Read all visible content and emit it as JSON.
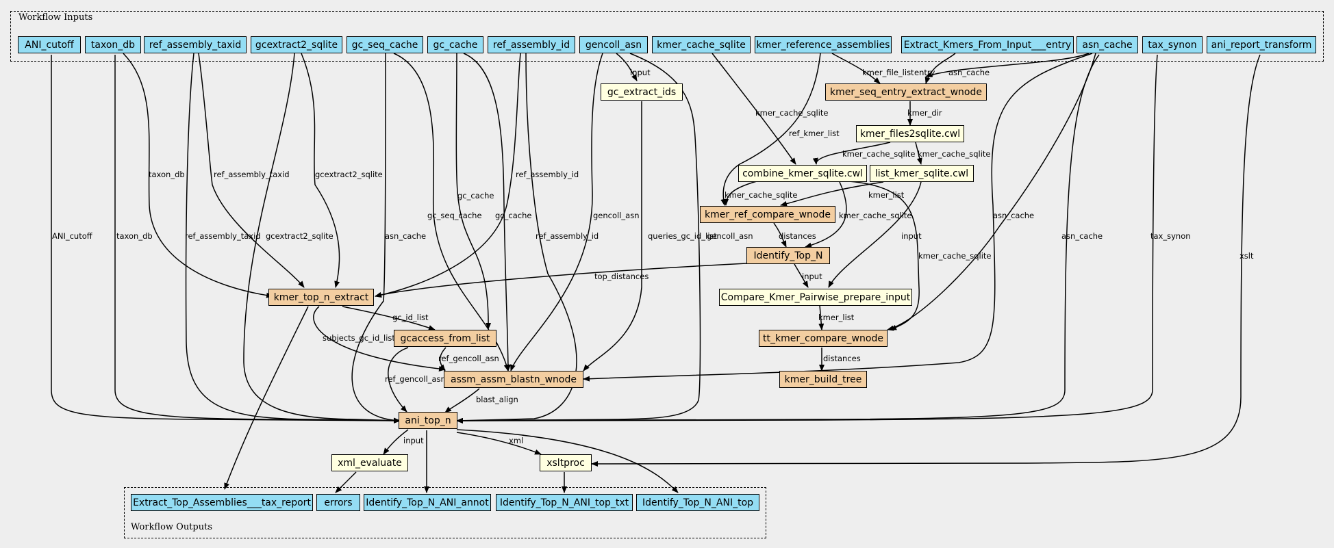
{
  "clusters": {
    "inputs_label": "Workflow Inputs",
    "outputs_label": "Workflow Outputs"
  },
  "nodes": {
    "ANI_cutoff": "ANI_cutoff",
    "taxon_db": "taxon_db",
    "ref_assembly_taxid": "ref_assembly_taxid",
    "gcextract2_sqlite": "gcextract2_sqlite",
    "gc_seq_cache": "gc_seq_cache",
    "gc_cache": "gc_cache",
    "ref_assembly_id": "ref_assembly_id",
    "gencoll_asn": "gencoll_asn",
    "kmer_cache_sqlite": "kmer_cache_sqlite",
    "kmer_reference_assemblies": "kmer_reference_assemblies",
    "Extract_Kmers_From_Input___entry": "Extract_Kmers_From_Input___entry",
    "asn_cache": "asn_cache",
    "tax_synon": "tax_synon",
    "ani_report_transform": "ani_report_transform",
    "gc_extract_ids": "gc_extract_ids",
    "kmer_seq_entry_extract_wnode": "kmer_seq_entry_extract_wnode",
    "kmer_files2sqlite": "kmer_files2sqlite.cwl",
    "combine_kmer_sqlite": "combine_kmer_sqlite.cwl",
    "list_kmer_sqlite": "list_kmer_sqlite.cwl",
    "kmer_ref_compare_wnode": "kmer_ref_compare_wnode",
    "Identify_Top_N": "Identify_Top_N",
    "kmer_top_n_extract": "kmer_top_n_extract",
    "Compare_Kmer_Pairwise_prepare_input": "Compare_Kmer_Pairwise_prepare_input",
    "gcaccess_from_list": "gcaccess_from_list",
    "tt_kmer_compare_wnode": "tt_kmer_compare_wnode",
    "assm_assm_blastn_wnode": "assm_assm_blastn_wnode",
    "kmer_build_tree": "kmer_build_tree",
    "ani_top_n": "ani_top_n",
    "xml_evaluate": "xml_evaluate",
    "xsltproc": "xsltproc",
    "Extract_Top_Assemblies___tax_report": "Extract_Top_Assemblies___tax_report",
    "errors": "errors",
    "Identify_Top_N_ANI_annot": "Identify_Top_N_ANI_annot",
    "Identify_Top_N_ANI_top_txt": "Identify_Top_N_ANI_top_txt",
    "Identify_Top_N_ANI_top": "Identify_Top_N_ANI_top"
  },
  "edge_labels": {
    "ani_cutoff": "ANI_cutoff",
    "taxon_db_a": "taxon_db",
    "taxon_db_b": "taxon_db",
    "ref_assembly_taxid_a": "ref_assembly_taxid",
    "ref_assembly_taxid_b": "ref_assembly_taxid",
    "gcextract2_sqlite_a": "gcextract2_sqlite",
    "gcextract2_sqlite_b": "gcextract2_sqlite",
    "asn_cache_a": "asn_cache",
    "gc_seq_cache": "gc_seq_cache",
    "gc_cache_a": "gc_cache",
    "gc_cache_b": "gc_cache",
    "ref_assembly_id_a": "ref_assembly_id",
    "ref_assembly_id_b": "ref_assembly_id",
    "gencoll_asn_a": "gencoll_asn",
    "gencoll_asn_b": "gencoll_asn",
    "input_a": "input",
    "queries_gc_id_list": "queries_gc_id_list",
    "kmer_cache_sqlite_a": "kmer_cache_sqlite",
    "ref_kmer_list": "ref_kmer_list",
    "kmer_file_list": "kmer_file_list",
    "entry": "entry",
    "asn_cache_b": "asn_cache",
    "kmer_dir": "kmer_dir",
    "kmer_cache_sqlite_b": "kmer_cache_sqlite",
    "kmer_cache_sqlite_c": "kmer_cache_sqlite",
    "kmer_cache_sqlite_d": "kmer_cache_sqlite",
    "kmer_list_a": "kmer_list",
    "kmer_cache_sqlite_e": "kmer_cache_sqlite",
    "input_b": "input",
    "kmer_cache_sqlite_f": "kmer_cache_sqlite",
    "distances_a": "distances",
    "asn_cache_c": "asn_cache",
    "asn_cache_d": "asn_cache",
    "tax_synon": "tax_synon",
    "xslt": "xslt",
    "top_distances": "top_distances",
    "input_c": "input",
    "gc_id_list": "gc_id_list",
    "subjects_gc_id_list": "subjects_gc_id_list",
    "kmer_list_b": "kmer_list",
    "ref_gencoll_asn_a": "ref_gencoll_asn",
    "ref_gencoll_asn_b": "ref_gencoll_asn",
    "distances_b": "distances",
    "blast_align": "blast_align",
    "input_d": "input",
    "xml": "xml"
  }
}
